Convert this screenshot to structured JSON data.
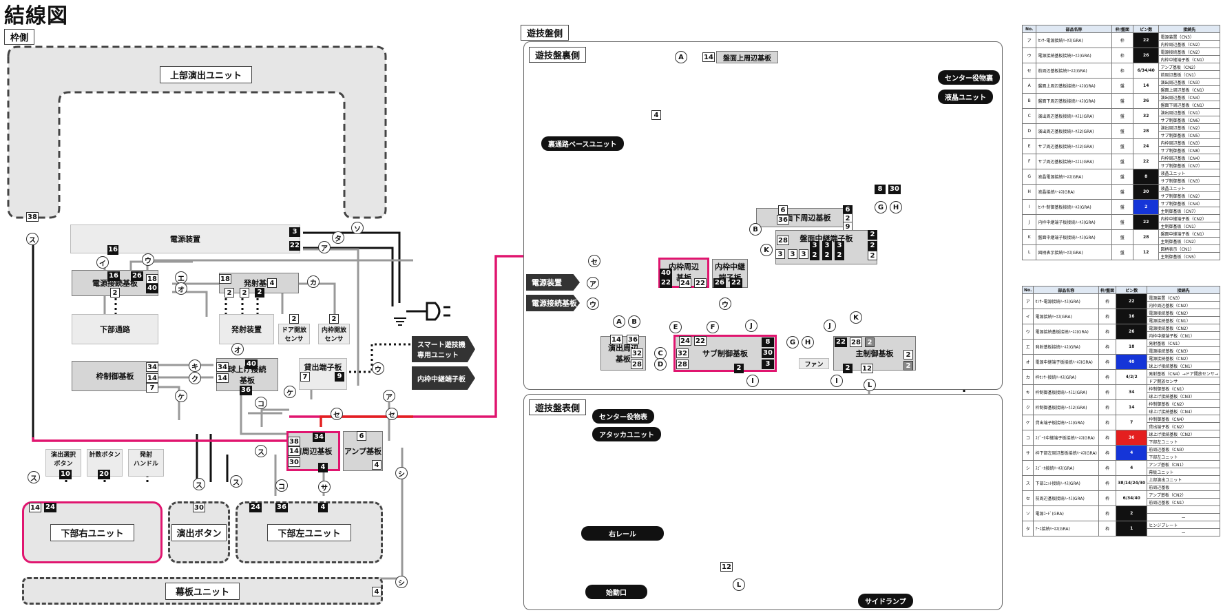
{
  "title": "結線図",
  "left": {
    "tag": "枠側",
    "upper": "上部演出ユニット",
    "power": "電源装置",
    "pwr_conn": "電源接続基板",
    "launch": "発射基板",
    "lower_path": "下部通路",
    "launch_dev": "発射装置",
    "door_sensor": "ドア開放\nセンサ",
    "inner_sensor": "内枠開放\nセンサ",
    "frame_ctrl": "枠制御基板",
    "ball_board": "球上げ接続\n基板",
    "rental": "貸出端子板",
    "smart": "スマート遊技機\n専用ユニット",
    "inner_relay": "内枠中継端子板",
    "front": "前周辺基板",
    "amp": "アンプ基板",
    "sel_btn": "演出選択\nボタン",
    "count_btn": "計数ボタン",
    "launch_handle": "発射\nハンドル",
    "right_unit": "下部右ユニット",
    "effect_btn": "演出ボタン",
    "left_unit": "下部左ユニット",
    "curtain": "幕板ユニット"
  },
  "right": {
    "tag": "遊技盤側",
    "back": "遊技盤裏側",
    "front": "遊技盤表側",
    "board_top": "盤面上周辺基板",
    "center_back": "センター役物裏",
    "lcd": "液晶ユニット",
    "base_unit": "裏通路ベースユニット",
    "board_bottom": "盤面下周辺基板",
    "board_relay": "盤面中継端子板",
    "inner_peri": "内枠周辺\n基板",
    "inner_relay2": "内枠中継\n端子板",
    "power": "電源装置",
    "pwr_conn": "電源接続基板",
    "peri_board": "演出周辺\n基板",
    "sub_ctrl": "サブ制御基板",
    "fan": "ファン",
    "main_ctrl": "主制御基板",
    "center_front": "センター役物表",
    "attacker": "アタッカユニット",
    "rail": "右レール",
    "start": "始動口",
    "side_lamp": "サイドランプ"
  },
  "pins": [
    "3",
    "22",
    "16",
    "16",
    "26",
    "18",
    "40",
    "2",
    "18",
    "4",
    "2",
    "2",
    "2",
    "2",
    "2",
    "34",
    "14",
    "7",
    "40",
    "36",
    "9",
    "7",
    "34",
    "6",
    "38",
    "14",
    "30",
    "4",
    "4",
    "14",
    "24",
    "10",
    "20",
    "9",
    "30",
    "24",
    "36",
    "4",
    "4",
    "38",
    "14",
    "6",
    "36",
    "2",
    "9",
    "28",
    "3",
    "3",
    "2",
    "2",
    "2",
    "2",
    "2",
    "2",
    "40",
    "22",
    "24",
    "22",
    "26",
    "22",
    "8",
    "30",
    "32",
    "28",
    "24",
    "22",
    "14",
    "36",
    "3",
    "2",
    "22",
    "28",
    "2",
    "2",
    "12",
    "8",
    "30",
    "12",
    "4"
  ],
  "circles": [
    "ア",
    "イ",
    "ウ",
    "エ",
    "オ",
    "カ",
    "キ",
    "ク",
    "ケ",
    "コ",
    "サ",
    "シ",
    "ス",
    "セ",
    "ソ",
    "タ",
    "A",
    "B",
    "C",
    "D",
    "E",
    "F",
    "G",
    "H",
    "I",
    "J",
    "K",
    "L"
  ],
  "table1": {
    "headers": [
      "No.",
      "部品名称",
      "枠/盤面",
      "ピン数",
      "接続先"
    ],
    "rows": [
      [
        "ア",
        "ｾﾝｻｰ電源接続ﾊｰﾈｽ(GRA)",
        "枠",
        "22",
        "black",
        "電源装置（CN3）",
        "内枠周辺基板（CN2）"
      ],
      [
        "ウ",
        "電源接続基板接続ﾊｰﾈｽ(GRA)",
        "枠",
        "26",
        "black",
        "電源接続基板（CN2）",
        "内枠中継端子板（CN1）"
      ],
      [
        "セ",
        "前周辺基板接続ﾊｰﾈｽ(GRA)",
        "枠",
        "6/34/40",
        "multi",
        "アンプ基板（CN2）",
        "前周辺基板（CN1）"
      ],
      [
        "A",
        "盤面上周辺基板接続ﾊｰﾈｽ(GRA)",
        "盤",
        "14",
        "",
        "演出周辺基板（CN3）",
        "盤面上周辺基板（CN1）"
      ],
      [
        "B",
        "盤面下周辺基板接続ﾊｰﾈｽ(GRA)",
        "盤",
        "36",
        "",
        "演出周辺基板（CN4）",
        "盤面下周辺基板（CN1）"
      ],
      [
        "C",
        "演出周辺基板接続ﾊｰﾈｽ1(GRA)",
        "盤",
        "32",
        "",
        "演出周辺基板（CN1）",
        "サブ制御基板（CN6）"
      ],
      [
        "D",
        "演出周辺基板接続ﾊｰﾈｽ2(GRA)",
        "盤",
        "28",
        "",
        "演出周辺基板（CN2）",
        "サブ制御基板（CN5）"
      ],
      [
        "E",
        "サブ周辺基板接続ﾊｰﾈｽ2(GRA)",
        "盤",
        "24",
        "",
        "内枠周辺基板（CN3）",
        "サブ制御基板（CN8）"
      ],
      [
        "F",
        "サブ周辺基板接続ﾊｰﾈｽ1(GRA)",
        "盤",
        "22",
        "",
        "内枠周辺基板（CN4）",
        "サブ制御基板（CN7）"
      ],
      [
        "G",
        "液晶電源接続ﾊｰﾈｽ(GRA)",
        "盤",
        "8",
        "black",
        "液晶ユニット",
        "サブ制御基板（CN3）"
      ],
      [
        "H",
        "液晶接続ﾊｰﾈｽ(GRA)",
        "盤",
        "30",
        "black",
        "液晶ユニット",
        "サブ制御基板（CN2）"
      ],
      [
        "I",
        "ｾﾝｻｰ制御基板接続ﾊｰﾈｽ(GRA)",
        "盤",
        "2",
        "blue",
        "サブ制御基板（CN4）",
        "主制御基板（CN7）"
      ],
      [
        "J",
        "内枠中継端子板接続ﾊｰﾈｽ(GRA)",
        "盤",
        "22",
        "black",
        "内枠中継端子板（CN2）",
        "主制御基板（CN1）"
      ],
      [
        "K",
        "盤面中継端子板接続ﾊｰﾈｽ(GRA)",
        "盤",
        "28",
        "",
        "盤面中継端子板（CN1）",
        "主制御基板（CN2）"
      ],
      [
        "L",
        "図柄表示接続ﾊｰﾈｽ(GRA)",
        "盤",
        "12",
        "",
        "図柄表示（CN1）",
        "主制御基板（CN5）"
      ]
    ]
  },
  "table2": {
    "headers": [
      "No.",
      "部品名称",
      "枠/盤面",
      "ピン数",
      "接続先"
    ],
    "rows": [
      [
        "ア",
        "ｾﾝｻｰ電源接続ﾊｰﾈｽ(GRA)",
        "枠",
        "22",
        "black",
        "電源装置（CN3）",
        "内枠周辺基板（CN2）"
      ],
      [
        "イ",
        "電源接続ﾊｰﾈｽ(GRA)",
        "枠",
        "16",
        "black",
        "電源接続基板（CN2）",
        "電源接続基板（CN1）"
      ],
      [
        "ウ",
        "電源接続基板接続ﾊｰﾈｽ(GRA)",
        "枠",
        "26",
        "black",
        "電源接続基板（CN2）",
        "内枠中継端子板（CN1）"
      ],
      [
        "エ",
        "発射基板接続ﾊｰﾈｽ(GRA)",
        "枠",
        "18",
        "",
        "発射基板（CN1）",
        "電源接続基板（CN3）"
      ],
      [
        "オ",
        "電源中継端子板接続ﾊｰﾈｽ(GRA)",
        "枠",
        "40",
        "blue",
        "電源接続基板（CN2）",
        "球上げ接続基板（CN1）"
      ],
      [
        "カ",
        "枠ｾﾝｻｰ接続ﾊｰﾈｽ(GRA)",
        "枠",
        "4/2/2",
        "",
        "発射基板（CN4）→ドア開放センサ→",
        "ドア開放センサ"
      ],
      [
        "キ",
        "枠制御基板接続ﾊｰﾈｽ1(GRA)",
        "枠",
        "34",
        "",
        "枠制御基板（CN1）",
        "球上げ接続基板（CN3）"
      ],
      [
        "ク",
        "枠制御基板接続ﾊｰﾈｽ2(GRA)",
        "枠",
        "14",
        "",
        "枠制御基板（CN2）",
        "球上げ接続基板（CN4）"
      ],
      [
        "ケ",
        "貸出端子板接続ﾊｰﾈｽ(GRA)",
        "枠",
        "7",
        "",
        "枠制御基板（CN4）",
        "貸出端子板（CN2）"
      ],
      [
        "コ",
        "ｽﾋﾟｰｶ中継端子板接続ﾊｰﾈｽ(GRA)",
        "枠",
        "36",
        "red",
        "球上げ接続基板（CN2）",
        "下部左ユニット"
      ],
      [
        "サ",
        "枠下部左周辺基板接続ﾊｰﾈｽ(GRA)",
        "枠",
        "4",
        "blue",
        "前周辺基板（CN3）",
        "下部左ユニット"
      ],
      [
        "シ",
        "ｽﾋﾟｰｶ接続ﾊｰﾈｽ(GRA)",
        "枠",
        "4",
        "",
        "アンプ基板（CN1）",
        "幕板ユニット"
      ],
      [
        "ス",
        "下部ﾕﾆｯﾄ接続ﾊｰﾈｽ(GRA)",
        "枠",
        "38/14/24/30",
        "multi",
        "上部演出ユニット",
        "前周辺基板"
      ],
      [
        "セ",
        "前周辺基板接続ﾊｰﾈｽ(GRA)",
        "枠",
        "6/34/40",
        "multi",
        "アンプ基板（CN2）",
        "前周辺基板（CN1）"
      ],
      [
        "ソ",
        "電源ｺｰﾄﾞ(GRA)",
        "枠",
        "2",
        "black",
        "",
        "ー"
      ],
      [
        "タ",
        "ｱｰｽ接続ﾊｰﾈｽ(GRA)",
        "枠",
        "1",
        "black",
        "ヒンジプレート",
        "ー"
      ]
    ]
  }
}
